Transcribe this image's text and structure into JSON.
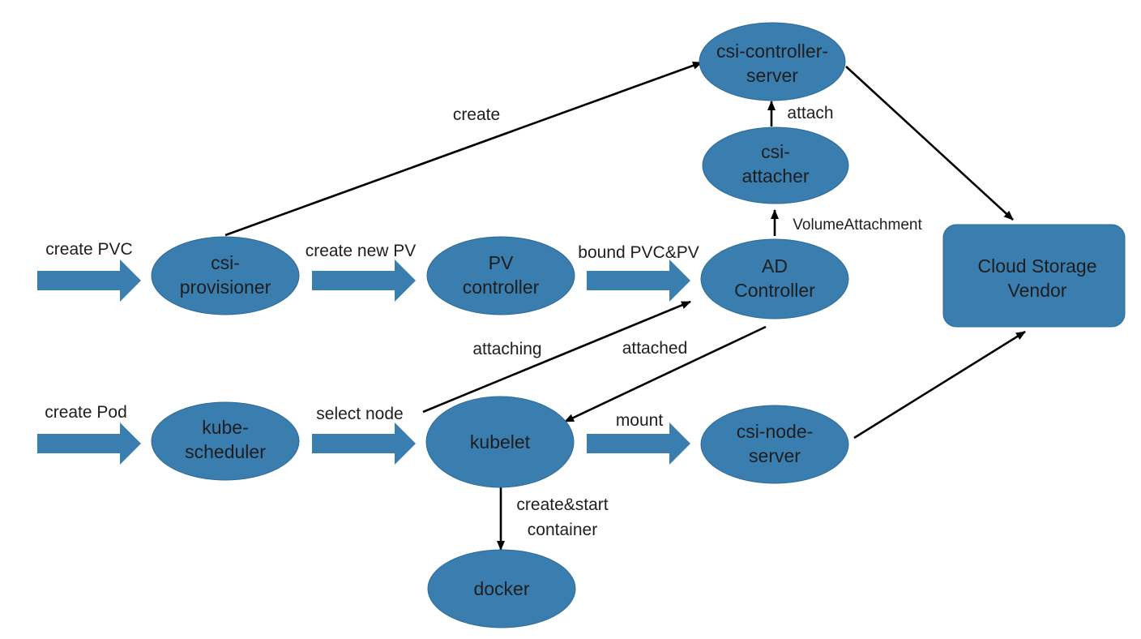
{
  "colors": {
    "node": "#3a7daf",
    "arrow": "#3a7daf",
    "line": "#000000",
    "text": "#1e1e1e"
  },
  "nodes": {
    "csi_controller_server": {
      "line1": "csi-controller-",
      "line2": "server"
    },
    "csi_attacher": {
      "line1": "csi-",
      "line2": "attacher"
    },
    "csi_provisioner": {
      "line1": "csi-",
      "line2": "provisioner"
    },
    "pv_controller": {
      "line1": "PV",
      "line2": "controller"
    },
    "ad_controller": {
      "line1": "AD",
      "line2": "Controller"
    },
    "cloud_storage_vendor": {
      "line1": "Cloud Storage",
      "line2": "Vendor"
    },
    "kube_scheduler": {
      "line1": "kube-",
      "line2": "scheduler"
    },
    "kubelet": {
      "line1": "kubelet"
    },
    "csi_node_server": {
      "line1": "csi-node-",
      "line2": "server"
    },
    "docker": {
      "line1": "docker"
    }
  },
  "edges": {
    "create_pvc": "create PVC",
    "create_new_pv": "create new PV",
    "bound_pvc_pv": "bound PVC&PV",
    "create": "create",
    "attach": "attach",
    "volume_attachment": "VolumeAttachment",
    "attaching": "attaching",
    "attached": "attached",
    "create_pod": "create Pod",
    "select_node": "select node",
    "mount": "mount",
    "create_start_line1": "create&start",
    "create_start_line2": "container"
  }
}
